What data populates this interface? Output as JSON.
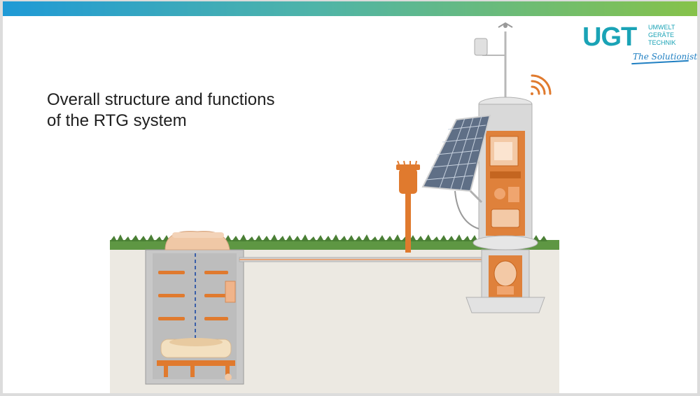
{
  "slide": {
    "title_line1": "Overall structure and functions",
    "title_line2": "of the RTG system"
  },
  "logo": {
    "mark": "UGT",
    "line1": "UMWELT",
    "line2": "GERÄTE",
    "line3": "TECHNIK",
    "tagline": "The Solutionists"
  },
  "colors": {
    "accent_orange": "#e07a2e",
    "brand_blue": "#1aa3b6",
    "brand_green": "#86c24a",
    "ground": "#ece9e2",
    "grass": "#4f8a3a"
  },
  "icons": [
    "wifi-signal-icon",
    "solar-panel-icon",
    "weather-mast-icon"
  ]
}
